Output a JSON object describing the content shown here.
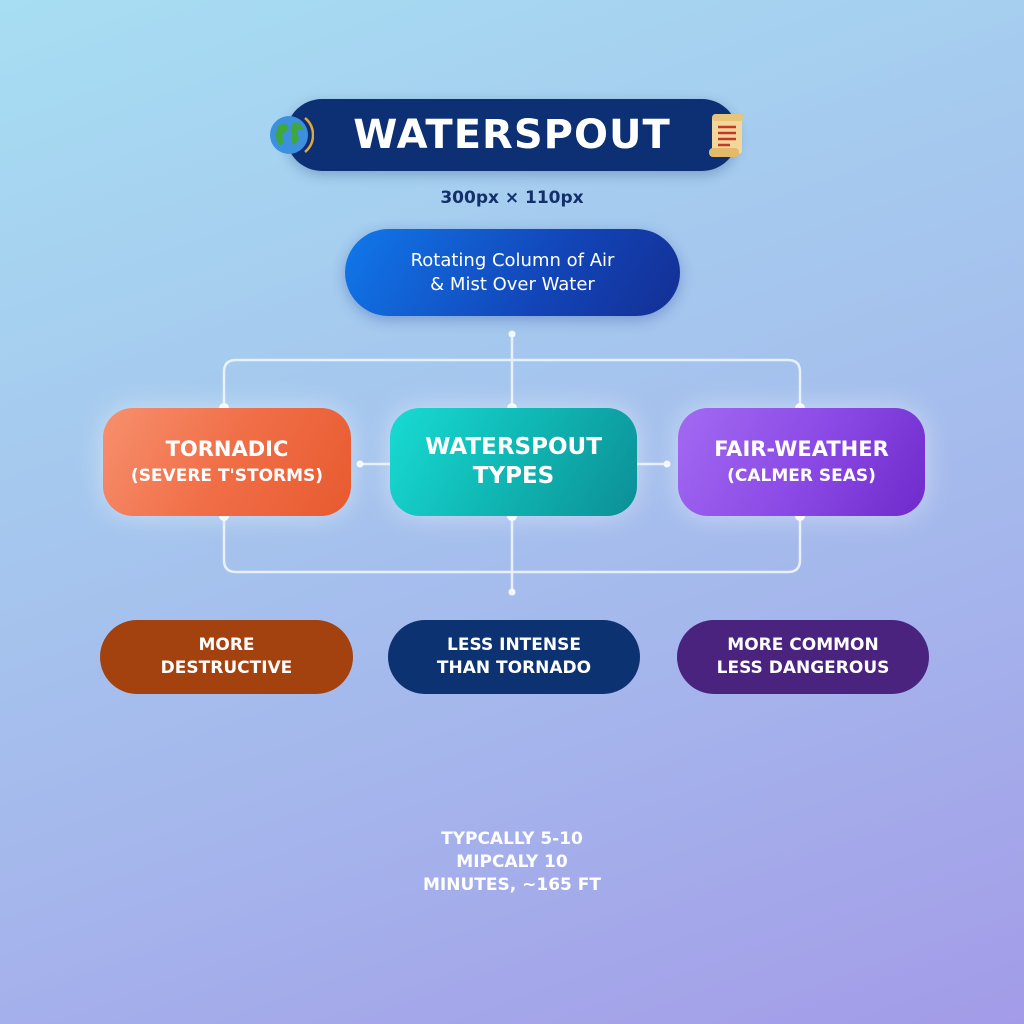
{
  "header": {
    "title": "WATERSPOUT",
    "left_icon": "globe-icon",
    "right_icon": "scroll-icon",
    "dimensions_label": "300px × 110px"
  },
  "definition": {
    "line1": "Rotating Column of Air",
    "line2": "& Mist Over Water"
  },
  "nodes": [
    {
      "id": "tornadic",
      "line1": "TORNADIC",
      "line2": "(SEVERE T'STORMS)",
      "color": "#f06e47"
    },
    {
      "id": "types",
      "line1": "WATERSPOUT",
      "line2": "TYPES",
      "color": "#10b6b3"
    },
    {
      "id": "fair-weather",
      "line1": "FAIR-WEATHER",
      "line2": "(CALMER SEAS)",
      "color": "#8c4be6"
    }
  ],
  "traits": [
    {
      "line1": "MORE",
      "line2": "DESTRUCTIVE",
      "color": "#a3410f"
    },
    {
      "line1": "LESS INTENSE",
      "line2": "THAN TORNADO",
      "color": "#0d3272"
    },
    {
      "line1": "MORE COMMON",
      "line2": "LESS DANGEROUS",
      "color": "#4a237f"
    }
  ],
  "footnote": {
    "line1": "TYPCALLY 5-10",
    "line2": "MIPCALY 10",
    "line3": "MINUTES, ~165 FT"
  }
}
